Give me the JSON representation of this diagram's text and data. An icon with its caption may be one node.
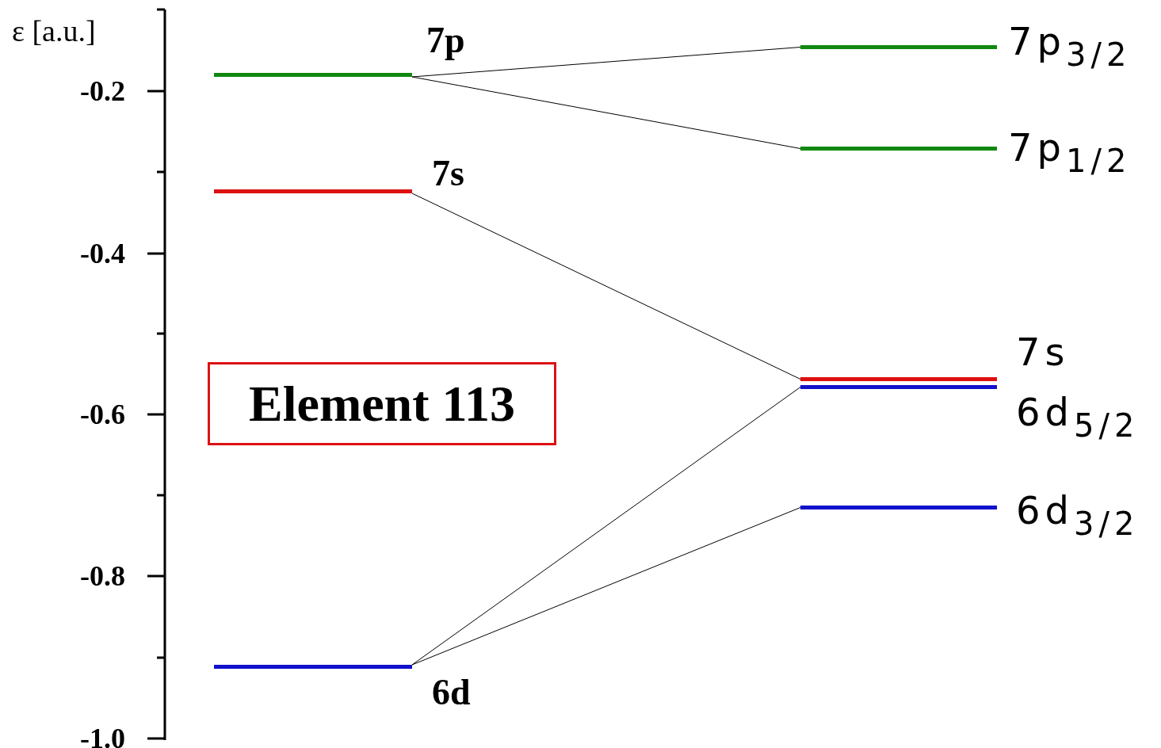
{
  "diagram": {
    "nodes": [
      {
        "text": [
          "7p"
        ]
      },
      {
        "text": [
          "7p$_{3/2}$"
        ]
      },
      {
        "text": [
          "7p$_{1/2}$"
        ]
      },
      {
        "text": [
          "7s"
        ]
      },
      {
        "text": [
          "7s"
        ]
      },
      {
        "text": [
          "6d$_{5/2}$"
        ]
      },
      {
        "text": [
          "Element 113"
        ]
      },
      {
        "text": [
          "6d$_{3/2}$"
        ]
      },
      {
        "text": [
          "6d"
        ]
      }
    ],
    "edges": [
      {
        "from": 0,
        "to": 1,
        "arrow": "none"
      },
      {
        "from": 0,
        "to": 2,
        "arrow": "none"
      },
      {
        "from": 3,
        "to": 4,
        "arrow": "none"
      },
      {
        "from": 8,
        "to": 5,
        "arrow": "none"
      },
      {
        "from": 8,
        "to": 7,
        "arrow": "none"
      }
    ],
    "labels": [
      "ε [a.u.]",
      "-0.2",
      "-0.4",
      "-0.6",
      "-0.8",
      "-1.0"
    ]
  }
}
